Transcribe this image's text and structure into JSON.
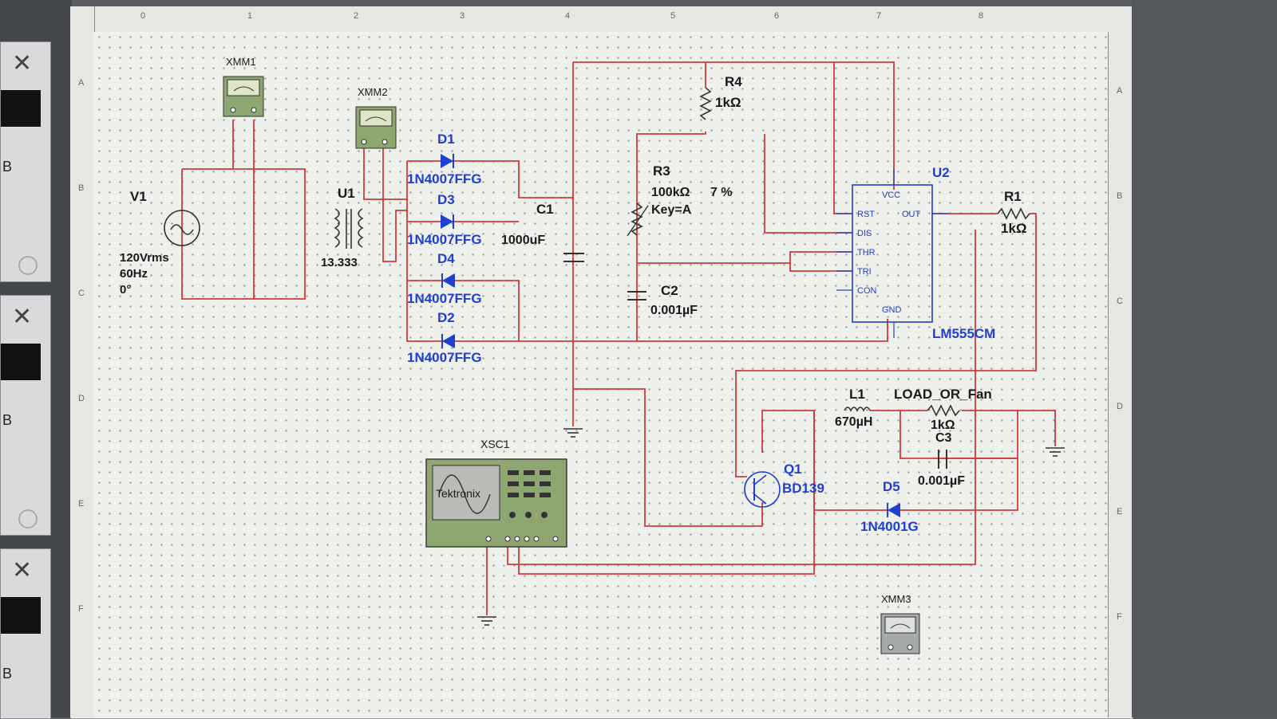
{
  "colors": {
    "wire": "#d43a3a",
    "component": "#1f3fd0",
    "text": "#1a1a1a"
  },
  "ruler": {
    "columns": [
      "0",
      "1",
      "2",
      "3",
      "4",
      "5",
      "6",
      "7",
      "8"
    ],
    "rows": [
      "A",
      "B",
      "C",
      "D",
      "E",
      "F"
    ]
  },
  "side_windows": [
    {
      "label": "B"
    },
    {
      "label": "B"
    },
    {
      "label": "B"
    }
  ],
  "components": {
    "xmm1": {
      "ref": "XMM1"
    },
    "xmm2": {
      "ref": "XMM2"
    },
    "xmm3": {
      "ref": "XMM3"
    },
    "v1": {
      "ref": "V1",
      "voltage": "120Vrms",
      "freq": "60Hz",
      "phase": "0°"
    },
    "u1": {
      "ref": "U1",
      "ratio": "13.333"
    },
    "d1": {
      "ref": "D1",
      "part": "1N4007FFG"
    },
    "d3": {
      "ref": "D3",
      "part": "1N4007FFG"
    },
    "d4": {
      "ref": "D4",
      "part": "1N4007FFG"
    },
    "d2": {
      "ref": "D2",
      "part": "1N4007FFG"
    },
    "c1": {
      "ref": "C1",
      "value": "1000uF"
    },
    "r4": {
      "ref": "R4",
      "value": "1kΩ"
    },
    "r3": {
      "ref": "R3",
      "value": "100kΩ",
      "setting": "7 %",
      "key": "Key=A"
    },
    "c2": {
      "ref": "C2",
      "value": "0.001µF"
    },
    "u2": {
      "ref": "U2",
      "part": "LM555CM",
      "pins": [
        "VCC",
        "RST",
        "OUT",
        "DIS",
        "THR",
        "TRI",
        "CON",
        "GND"
      ]
    },
    "r1": {
      "ref": "R1",
      "value": "1kΩ"
    },
    "l1": {
      "ref": "L1",
      "value": "670µH"
    },
    "load": {
      "ref": "LOAD_OR_Fan",
      "value": "1kΩ"
    },
    "c3": {
      "ref": "C3",
      "value": "0.001µF"
    },
    "q1": {
      "ref": "Q1",
      "part": "BD139"
    },
    "d5": {
      "ref": "D5",
      "part": "1N4001G"
    },
    "xsc1": {
      "ref": "XSC1",
      "brand": "Tektronix"
    }
  }
}
